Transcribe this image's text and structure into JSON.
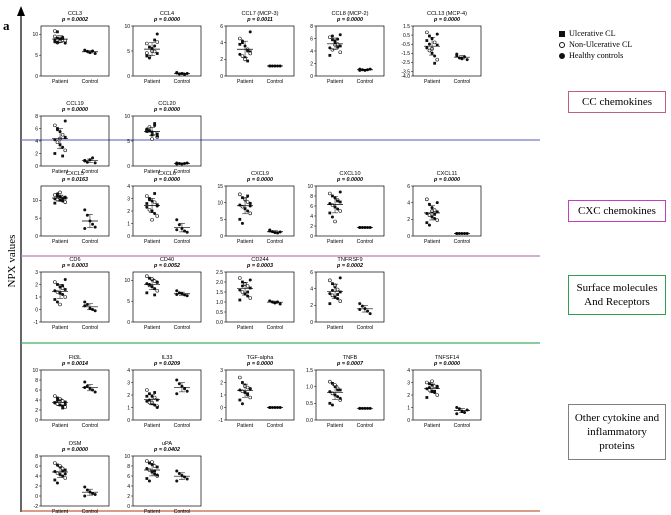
{
  "figure": {
    "panel_label": "a",
    "y_axis_label": "NPX values",
    "legend": [
      {
        "label": "Ulcerative CL",
        "marker": "square"
      },
      {
        "label": "Non-Ulcerative CL",
        "marker": "open-circle"
      },
      {
        "label": "Healthy controls",
        "marker": "filled-circle"
      }
    ],
    "groups": [
      {
        "label": "CC chemokines",
        "color": "#c06080"
      },
      {
        "label": "CXC chemokines",
        "color": "#c040c0"
      },
      {
        "label": "Surface molecules And Receptors",
        "color": "#30a050"
      },
      {
        "label": "Other cytokine and inflammatory proteins",
        "color": "#808080"
      }
    ],
    "separator_colors": [
      "#7a7ac8",
      "#c07ac0",
      "#40b060",
      "#c06040"
    ]
  },
  "chart_data": [
    {
      "type": "scatter",
      "title": "CCL3",
      "pvalue": "p = 0.0002",
      "categories": [
        "Patient",
        "Control"
      ],
      "ylim": [
        0,
        12
      ],
      "yticks": [
        0,
        5,
        10
      ],
      "series": [
        {
          "values": [
            9.5,
            9.1,
            8.8,
            8.6,
            8.4,
            8.2,
            8.0,
            8.9,
            9.3,
            8.5,
            8.7,
            8.1,
            8.3,
            9.0,
            7.9,
            10.8,
            10.6
          ]
        },
        {
          "values": [
            6.2,
            5.9,
            5.6,
            6.0,
            5.4
          ]
        }
      ]
    },
    {
      "type": "scatter",
      "title": "CCL4",
      "pvalue": "p = 0.0000",
      "categories": [
        "Patient",
        "Control"
      ],
      "ylim": [
        0,
        10
      ],
      "yticks": [
        0,
        5,
        10
      ],
      "series": [
        {
          "values": [
            6.5,
            5.8,
            5.2,
            4.9,
            4.5,
            4.2,
            3.9,
            5.5,
            6.0,
            6.8,
            4.0,
            3.6,
            5.0,
            7.2,
            8.4,
            4.6
          ]
        },
        {
          "values": [
            0.6,
            0.4,
            0.5,
            0.3,
            0.5,
            0.7
          ]
        }
      ]
    },
    {
      "type": "scatter",
      "title": "CCL7 (MCP-3)",
      "pvalue": "p = 0.0011",
      "categories": [
        "Patient",
        "Control"
      ],
      "ylim": [
        0,
        6
      ],
      "yticks": [
        0,
        2,
        4,
        6
      ],
      "series": [
        {
          "values": [
            4.5,
            4.0,
            3.6,
            3.2,
            2.9,
            2.6,
            2.4,
            2.2,
            3.0,
            2.7,
            3.8,
            4.2,
            2.0,
            1.8,
            5.3
          ]
        },
        {
          "values": [
            1.2,
            1.2,
            1.2,
            1.2,
            1.2,
            1.2
          ]
        }
      ]
    },
    {
      "type": "scatter",
      "title": "CCL8 (MCP-2)",
      "pvalue": "p = 0.0000",
      "categories": [
        "Patient",
        "Control"
      ],
      "ylim": [
        0,
        8
      ],
      "yticks": [
        0,
        2,
        4,
        6,
        8
      ],
      "series": [
        {
          "values": [
            6.2,
            5.8,
            5.4,
            5.1,
            4.8,
            4.5,
            4.2,
            5.6,
            5.9,
            3.8,
            3.3,
            6.4,
            5.0,
            4.6,
            6.6
          ]
        },
        {
          "values": [
            1.1,
            1.0,
            0.9,
            1.0,
            1.1,
            0.9
          ]
        }
      ]
    },
    {
      "type": "scatter",
      "title": "CCL13 (MCP-4)",
      "pvalue": "p = 0.0000",
      "categories": [
        "Patient",
        "Control"
      ],
      "ylim": [
        -4.0,
        1.5
      ],
      "yticks": [
        1.5,
        0.5,
        -0.5,
        -1.5,
        -2.5,
        -3.5,
        -4.0
      ],
      "ytick_labels": [
        "1.5",
        "0.5",
        "-0.5",
        "-1.5",
        "-2.5",
        "-3.5",
        "-4.0"
      ],
      "series": [
        {
          "values": [
            0.8,
            0.4,
            0.1,
            -0.3,
            -0.6,
            -0.9,
            -1.2,
            -1.5,
            -1.8,
            -2.2,
            -0.1,
            -0.5,
            -1.0,
            -2.6,
            0.6
          ]
        },
        {
          "values": [
            -1.8,
            -2.0,
            -2.1,
            -1.9,
            -2.2,
            -1.6
          ]
        }
      ]
    },
    {
      "type": "scatter",
      "title": "CCL19",
      "pvalue": "p = 0.0000",
      "categories": [
        "Patient",
        "Control"
      ],
      "ylim": [
        0,
        8
      ],
      "yticks": [
        0,
        2,
        4,
        6,
        8
      ],
      "series": [
        {
          "values": [
            6.5,
            6.0,
            5.5,
            5.0,
            4.6,
            4.2,
            3.8,
            3.4,
            3.0,
            2.5,
            2.0,
            5.8,
            4.4,
            1.6,
            7.2
          ]
        },
        {
          "values": [
            0.8,
            0.6,
            1.0,
            1.3,
            0.5,
            0.9
          ]
        }
      ]
    },
    {
      "type": "scatter",
      "title": "CCL20",
      "pvalue": "p = 0.0000",
      "categories": [
        "Patient",
        "Control"
      ],
      "ylim": [
        0,
        10
      ],
      "yticks": [
        0,
        5,
        10
      ],
      "series": [
        {
          "values": [
            7.2,
            7.0,
            6.8,
            6.6,
            6.4,
            7.4,
            7.8,
            6.2,
            8.1,
            5.8,
            6.9,
            7.1,
            5.4,
            8.5,
            6.0
          ]
        },
        {
          "values": [
            0.6,
            0.5,
            0.4,
            0.5,
            0.6,
            0.4
          ]
        }
      ]
    },
    {
      "type": "scatter",
      "title": "CXCL5",
      "pvalue": "p = 0.0163",
      "categories": [
        "Patient",
        "Control"
      ],
      "ylim": [
        0,
        14
      ],
      "yticks": [
        0,
        5,
        10
      ],
      "series": [
        {
          "values": [
            11.5,
            11.2,
            11.0,
            10.8,
            10.6,
            10.4,
            10.2,
            10.0,
            9.8,
            9.5,
            9.2,
            11.8,
            12.2,
            10.5,
            10.9
          ]
        },
        {
          "values": [
            7.3,
            5.8,
            4.2,
            3.3,
            2.5,
            2.1
          ]
        }
      ]
    },
    {
      "type": "scatter",
      "title": "CXCL6",
      "pvalue": "p = 0.0000",
      "categories": [
        "Patient",
        "Control"
      ],
      "ylim": [
        0,
        4
      ],
      "yticks": [
        0,
        1,
        2,
        3,
        4
      ],
      "series": [
        {
          "values": [
            3.2,
            3.0,
            2.8,
            2.7,
            2.5,
            2.3,
            2.1,
            2.0,
            1.8,
            1.6,
            2.6,
            2.9,
            1.3,
            3.4,
            2.4
          ]
        },
        {
          "values": [
            1.3,
            0.9,
            0.6,
            0.4,
            0.3,
            0.5
          ]
        }
      ]
    },
    {
      "type": "scatter",
      "title": "CXCL9",
      "pvalue": "p = 0.0000",
      "categories": [
        "Patient",
        "Control"
      ],
      "ylim": [
        0,
        15
      ],
      "yticks": [
        0,
        5,
        10,
        15
      ],
      "series": [
        {
          "values": [
            12.5,
            11.5,
            10.8,
            10.2,
            9.8,
            9.3,
            8.8,
            8.2,
            7.5,
            6.8,
            5.0,
            3.8,
            11.0,
            12.0,
            9.0
          ]
        },
        {
          "values": [
            1.8,
            1.3,
            1.0,
            0.9,
            1.2,
            1.5
          ]
        }
      ]
    },
    {
      "type": "scatter",
      "title": "CXCL10",
      "pvalue": "p = 0.0000",
      "categories": [
        "Patient",
        "Control"
      ],
      "ylim": [
        0,
        10
      ],
      "yticks": [
        0,
        2,
        4,
        6,
        8,
        10
      ],
      "series": [
        {
          "values": [
            8.5,
            8.0,
            7.6,
            7.2,
            6.8,
            6.5,
            6.2,
            5.8,
            5.4,
            5.0,
            4.6,
            3.8,
            2.9,
            7.0,
            8.8
          ]
        },
        {
          "values": [
            1.7,
            1.7,
            1.7,
            1.7,
            1.7,
            1.7
          ]
        }
      ]
    },
    {
      "type": "scatter",
      "title": "CXCL11",
      "pvalue": "p = 0.0000",
      "categories": [
        "Patient",
        "Control"
      ],
      "ylim": [
        0,
        6
      ],
      "yticks": [
        0,
        2,
        4,
        6
      ],
      "series": [
        {
          "values": [
            4.4,
            3.8,
            3.4,
            3.1,
            2.9,
            2.7,
            2.5,
            2.3,
            2.1,
            1.9,
            1.6,
            1.3,
            3.0,
            2.6,
            4.0
          ]
        },
        {
          "values": [
            0.3,
            0.3,
            0.3,
            0.3,
            0.3,
            0.3
          ]
        }
      ]
    },
    {
      "type": "scatter",
      "title": "CD6",
      "pvalue": "p = 0.0003",
      "categories": [
        "Patient",
        "Control"
      ],
      "ylim": [
        -1,
        3
      ],
      "yticks": [
        -1,
        0,
        1,
        2,
        3
      ],
      "series": [
        {
          "values": [
            2.2,
            2.0,
            1.8,
            1.7,
            1.6,
            1.5,
            1.4,
            1.3,
            1.2,
            1.0,
            0.8,
            0.6,
            0.4,
            1.9,
            2.4
          ]
        },
        {
          "values": [
            0.6,
            0.4,
            0.1,
            0.0,
            -0.1,
            0.3
          ]
        }
      ]
    },
    {
      "type": "scatter",
      "title": "CD40",
      "pvalue": "p = 0.0052",
      "categories": [
        "Patient",
        "Control"
      ],
      "ylim": [
        0,
        12
      ],
      "yticks": [
        0,
        5,
        10
      ],
      "series": [
        {
          "values": [
            11.0,
            10.5,
            10.1,
            9.8,
            9.5,
            9.2,
            8.8,
            8.5,
            8.0,
            7.5,
            7.0,
            9.0,
            10.3,
            6.5,
            9.6
          ]
        },
        {
          "values": [
            7.5,
            7.0,
            6.8,
            6.5,
            6.3,
            6.6
          ]
        }
      ]
    },
    {
      "type": "scatter",
      "title": "CD244",
      "pvalue": "p = 0.0003",
      "categories": [
        "Patient",
        "Control"
      ],
      "ylim": [
        0,
        2.5
      ],
      "yticks": [
        0,
        0.5,
        1.0,
        1.5,
        2.0,
        2.5
      ],
      "ytick_labels": [
        "0.0",
        "0.5",
        "1.0",
        "1.5",
        "2.0",
        "2.5"
      ],
      "series": [
        {
          "values": [
            2.2,
            2.0,
            1.9,
            1.8,
            1.7,
            1.6,
            1.5,
            1.4,
            1.3,
            1.2,
            1.1,
            1.8,
            1.9,
            1.5,
            2.1
          ]
        },
        {
          "values": [
            1.05,
            1.0,
            0.95,
            1.0,
            0.9,
            1.05
          ]
        }
      ]
    },
    {
      "type": "scatter",
      "title": "TNFRSF9",
      "pvalue": "p = 0.0002",
      "categories": [
        "Patient",
        "Control"
      ],
      "ylim": [
        0,
        6
      ],
      "yticks": [
        0,
        2,
        4,
        6
      ],
      "series": [
        {
          "values": [
            5.0,
            4.6,
            4.2,
            3.9,
            3.6,
            3.4,
            3.2,
            3.0,
            2.8,
            2.5,
            2.2,
            3.8,
            4.4,
            3.3,
            5.3
          ]
        },
        {
          "values": [
            2.2,
            1.9,
            1.6,
            1.3,
            1.0,
            1.5
          ]
        }
      ]
    },
    {
      "type": "scatter",
      "title": "Flt3L",
      "pvalue": "p = 0.0014",
      "categories": [
        "Patient",
        "Control"
      ],
      "ylim": [
        0,
        10
      ],
      "yticks": [
        0,
        2,
        4,
        6,
        8,
        10
      ],
      "series": [
        {
          "values": [
            4.8,
            4.4,
            4.0,
            3.8,
            3.6,
            3.4,
            3.2,
            3.0,
            2.8,
            2.6,
            3.5,
            3.9,
            4.2,
            2.4,
            3.1
          ]
        },
        {
          "values": [
            7.6,
            6.8,
            6.3,
            6.0,
            5.6,
            6.5
          ]
        }
      ]
    },
    {
      "type": "scatter",
      "title": "IL33",
      "pvalue": "p = 0.0209",
      "categories": [
        "Patient",
        "Control"
      ],
      "ylim": [
        0,
        4
      ],
      "yticks": [
        0,
        1,
        2,
        3,
        4
      ],
      "series": [
        {
          "values": [
            2.4,
            2.1,
            1.9,
            1.8,
            1.6,
            1.5,
            1.4,
            1.3,
            1.2,
            1.1,
            1.9,
            1.6,
            1.4,
            2.2,
            1.0
          ]
        },
        {
          "values": [
            3.2,
            2.9,
            2.7,
            2.5,
            2.3,
            2.1
          ]
        }
      ]
    },
    {
      "type": "scatter",
      "title": "TGF-alpha",
      "pvalue": "p = 0.0000",
      "categories": [
        "Patient",
        "Control"
      ],
      "ylim": [
        -1,
        3
      ],
      "yticks": [
        -1,
        0,
        1,
        2,
        3
      ],
      "series": [
        {
          "values": [
            2.4,
            2.0,
            1.8,
            1.6,
            1.5,
            1.4,
            1.3,
            1.2,
            1.0,
            0.8,
            0.6,
            0.3,
            1.7,
            1.1,
            1.5
          ]
        },
        {
          "values": [
            0.0,
            0.0,
            0.0,
            0.0,
            0.0,
            0.0
          ]
        }
      ]
    },
    {
      "type": "scatter",
      "title": "TNFB",
      "pvalue": "p = 0.0007",
      "categories": [
        "Patient",
        "Control"
      ],
      "ylim": [
        0,
        1.5
      ],
      "yticks": [
        0,
        0.5,
        1.0,
        1.5
      ],
      "ytick_labels": [
        "0.0",
        "0.5",
        "1.0",
        "1.5"
      ],
      "series": [
        {
          "values": [
            1.15,
            1.1,
            1.0,
            0.95,
            0.9,
            0.85,
            0.8,
            0.75,
            0.7,
            0.6,
            0.5,
            0.45,
            1.05,
            0.9,
            0.65
          ]
        },
        {
          "values": [
            0.35,
            0.35,
            0.35,
            0.35,
            0.35,
            0.35
          ]
        }
      ]
    },
    {
      "type": "scatter",
      "title": "TNFSF14",
      "pvalue": "p = 0.0000",
      "categories": [
        "Patient",
        "Control"
      ],
      "ylim": [
        0,
        4
      ],
      "yticks": [
        0,
        1,
        2,
        3,
        4
      ],
      "series": [
        {
          "values": [
            3.0,
            2.9,
            2.8,
            2.7,
            2.6,
            2.5,
            2.4,
            2.3,
            2.2,
            2.0,
            1.8,
            2.6,
            3.1,
            2.3,
            2.7
          ]
        },
        {
          "values": [
            1.0,
            0.9,
            0.7,
            0.6,
            0.8,
            0.5
          ]
        }
      ]
    },
    {
      "type": "scatter",
      "title": "OSM",
      "pvalue": "p = 0.0000",
      "categories": [
        "Patient",
        "Control"
      ],
      "ylim": [
        -2,
        8
      ],
      "yticks": [
        -2,
        0,
        2,
        4,
        6,
        8
      ],
      "series": [
        {
          "values": [
            6.6,
            6.2,
            5.8,
            5.5,
            5.2,
            4.9,
            4.6,
            4.3,
            4.0,
            3.6,
            3.2,
            2.6,
            6.0,
            5.0,
            4.4
          ]
        },
        {
          "values": [
            1.8,
            1.2,
            0.8,
            0.5,
            0.3,
            0.0
          ]
        }
      ]
    },
    {
      "type": "scatter",
      "title": "uPA",
      "pvalue": "p = 0.0402",
      "categories": [
        "Patient",
        "Control"
      ],
      "ylim": [
        0,
        10
      ],
      "yticks": [
        0,
        2,
        4,
        6,
        8,
        10
      ],
      "series": [
        {
          "values": [
            9.0,
            8.6,
            8.3,
            8.0,
            7.8,
            7.5,
            7.2,
            6.8,
            6.4,
            6.0,
            5.5,
            5.0,
            8.8,
            7.0,
            6.2
          ]
        },
        {
          "values": [
            7.0,
            6.5,
            6.1,
            5.8,
            5.4,
            5.0
          ]
        }
      ]
    }
  ]
}
